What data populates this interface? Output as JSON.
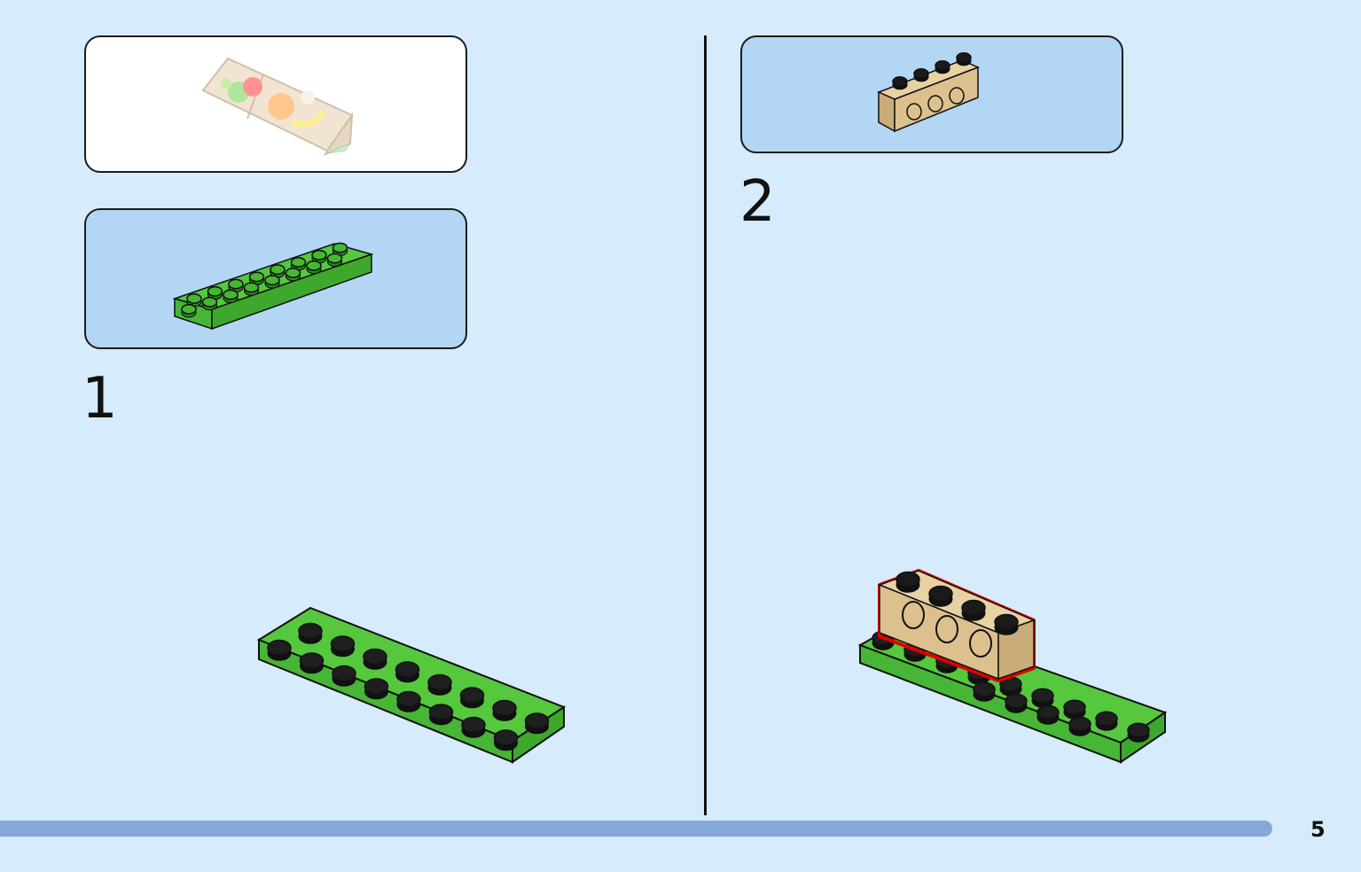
{
  "page": {
    "page_number": "5",
    "background_color": "#d6ebfb",
    "parts_box_color": "#b3d6f4",
    "progress_color": "#84a8d8"
  },
  "overview": {
    "icon": "fruit-stand-model-icon"
  },
  "steps": [
    {
      "number": "1",
      "parts_icon": "green-plate-2x10-icon",
      "build_icon": "green-plate-2x10-icon",
      "part_color": "#4fc43b"
    },
    {
      "number": "2",
      "parts_icon": "tan-technic-brick-1x4-icon",
      "build_icon": "plate-with-tan-brick-icon",
      "part_color": "#dcc08e",
      "highlight_color": "#e00000"
    }
  ]
}
